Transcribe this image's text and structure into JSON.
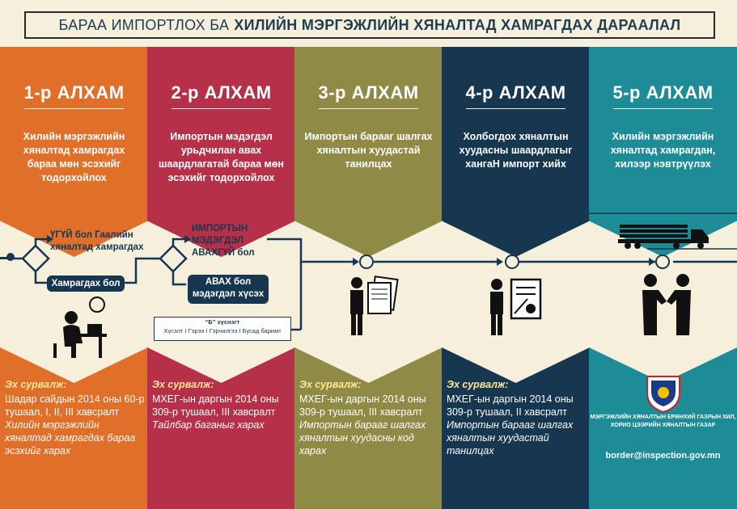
{
  "title": {
    "light": "БАРАА ИМПОРТЛОХ БА",
    "bold": "ХИЛИЙН МЭРГЭЖЛИЙН ХЯНАЛТАД ХАМРАГДАХ ДАРААЛАЛ"
  },
  "steps": [
    {
      "label": "1-р АЛХАМ",
      "desc": "Хилийн мэргэжлийн хяналтад хамрагдах бараа мөн эсэхийг тодорхойлох",
      "source_label": "Эх сурвалж:",
      "source": "Шадар сайдын 2014 оны 60-р тушаал, I, II, III хавсралт",
      "note": "Хилийн мэргэжлийн хяналтад хамрагдах бараа эсэхийг харах",
      "color": "#e06f2a"
    },
    {
      "label": "2-р АЛХАМ",
      "desc": "Импортын мэдэгдэл урьдчилан авах шаардлагатай бараа мөн эсэхийг тодорхойлох",
      "source_label": "Эх сурвалж:",
      "source": "МХЕГ-ын даргын 2014 оны 309-р тушаал, III хавсралт",
      "note": "Тайлбар баганыг харах",
      "color": "#b73049"
    },
    {
      "label": "3-р АЛХАМ",
      "desc": "Импортын барааг шалгах хяналтын хуудастай танилцах",
      "source_label": "Эх сурвалж:",
      "source": "МХЕГ-ын даргын 2014 оны 309-р тушаал, III хавсралт",
      "note": "Импортын барааг шалгах хяналтын хуудасны код харах",
      "color": "#8f8a46"
    },
    {
      "label": "4-р АЛХАМ",
      "desc": "Холбогдох хяналтын хуудасны шаардлагыг хангаН импорт хийх",
      "source_label": "Эх сурвалж:",
      "source": "МХЕГ-ын даргын 2014 оны 309-р тушаал, II хавсралт",
      "note": "Импортын барааг шалгах хяналтын хуудастай танилцах",
      "color": "#17364f"
    },
    {
      "label": "5-р АЛХАМ",
      "desc": "Хилийн мэргэжлийн хяналтад хамрагдан, хилээр нэвтрүүлэх",
      "color": "#1d8c97"
    }
  ],
  "flow": {
    "no_scope": "ҮГҮЙ бол Гаалийн хяналтад хамрагдах",
    "in_scope": "Хамрагдах бол",
    "no_notice": "ИМПОРТЫН МЭДЭГДЭЛ АВАХГҮЙ бол",
    "need_notice": "АВАХ бол мэдэгдэл хүсэх",
    "form_title": "“Б” хүснэгт",
    "form_items": "Хүсэлт I Гэрээ I Гэрчилгээ I Бусад баримт"
  },
  "agency": {
    "name": "МЭРГЭЖЛИЙН ХЯНАЛТЫН ЕРӨНХИЙ ГАЗРЫН ХИЛ, ХОРИО ЦЭЭРИЙН ХЯНАЛТЫН ГАЗАР",
    "email": "border@inspection.gov.mn",
    "logo_icon": "agency-emblem-icon"
  }
}
